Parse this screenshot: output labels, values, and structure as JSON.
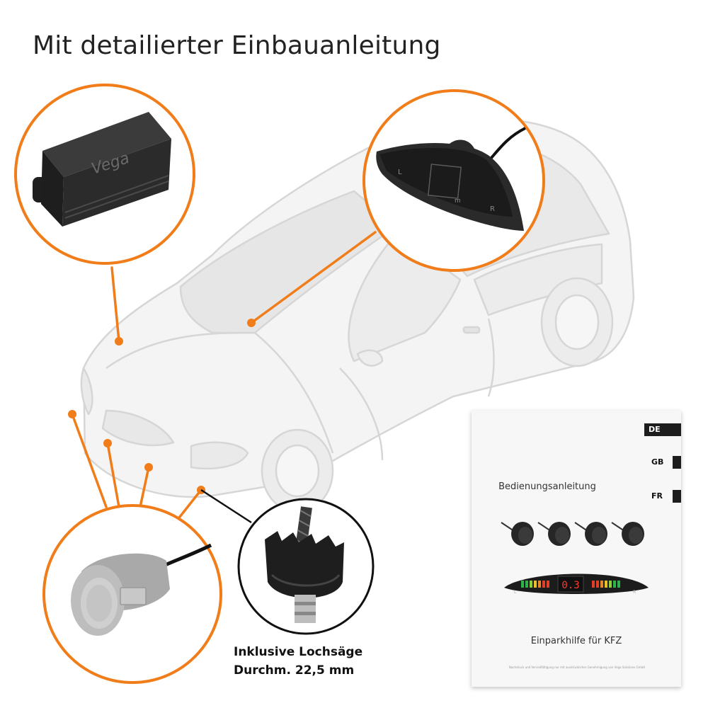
{
  "title": "Mit detailierter Einbauanleitung",
  "control_unit": {
    "brand": "Vega"
  },
  "display": {
    "left_label": "L",
    "right_label": "R",
    "unit": "m"
  },
  "caption": {
    "line1": "Inklusive Lochsäge",
    "line2": "Durchm. 22,5 mm"
  },
  "manual": {
    "languages": [
      "DE",
      "GB",
      "FR"
    ],
    "title": "Bedienungsanleitung",
    "subtitle": "Einparkhilfe für KFZ",
    "display_reading": "0.3",
    "display_left": "L",
    "display_right": "R",
    "fine_print": "Nachdruck und Vervielfältigung nur mit ausdrücklicher Genehmigung von Vega Solutions GmbH"
  },
  "colors": {
    "accent": "#F07D1A",
    "car_body": "#F3F3F3",
    "car_line": "#D8D8D8",
    "sensor_silver": "#B8B8B8",
    "device_black": "#2A2A2A"
  }
}
